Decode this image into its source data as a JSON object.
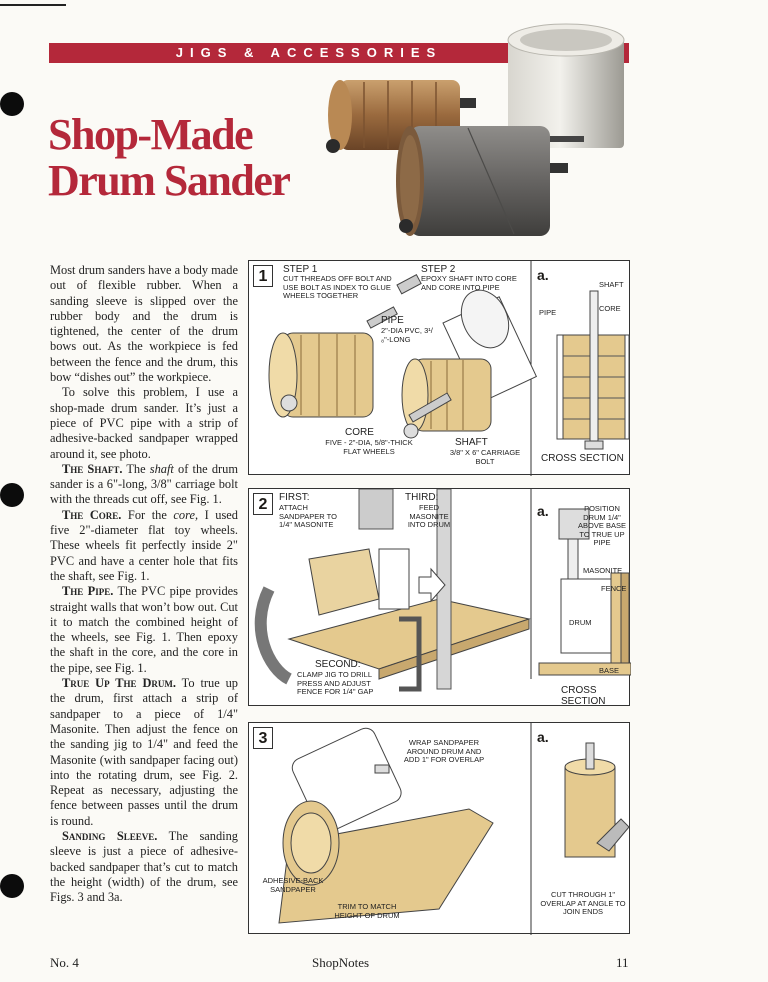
{
  "header": {
    "section": "JIGS & ACCESSORIES"
  },
  "title": {
    "line1": "Shop-Made",
    "line2": "Drum Sander"
  },
  "article": {
    "p1": "Most drum sanders have a body made out of flexible rubber. When a sanding sleeve is slipped over the rubber body and the drum is tightened, the center of the drum bows out. As the workpiece is fed between the fence and the drum, this bow “dishes out” the workpiece.",
    "p2": "To solve this problem, I use a shop-made drum sander. It’s just a piece of PVC pipe with a strip of adhesive-backed sandpaper wrapped around it, see photo.",
    "shaft_head": "The Shaft.",
    "shaft_a": " The ",
    "shaft_em": "shaft",
    "shaft_b": " of the drum sander is a 6\"-long, 3/8\" carriage bolt with the threads cut off, see Fig. 1.",
    "core_head": "The Core.",
    "core_a": " For the ",
    "core_em": "core,",
    "core_b": " I used five 2\"-diameter flat toy wheels. These wheels fit perfectly inside 2\" PVC and have a center hole that fits the shaft, see Fig. 1.",
    "pipe_head": "The Pipe.",
    "pipe_body": " The PVC pipe provides straight walls that won’t bow out. Cut it to match the combined height of the wheels, see Fig. 1. Then epoxy the shaft in the core, and the core in the pipe, see Fig. 1.",
    "true_head": "True Up The Drum.",
    "true_body": " To true up the drum, first attach a strip of sandpaper to a piece of 1/4\" Masonite. Then adjust the fence on the sanding jig to 1/4\" and feed the Masonite (with sandpaper facing out) into the rotating drum, see Fig. 2. Repeat as necessary, adjusting the fence between passes until the drum is round.",
    "sleeve_head": "Sanding Sleeve.",
    "sleeve_body": " The sanding sleeve is just a piece of adhesive-backed sandpaper that’s cut to match the height (width) of the drum, see Figs. 3 and 3a."
  },
  "fig1": {
    "num": "1",
    "step1_title": "STEP 1",
    "step1_text": "CUT THREADS OFF BOLT AND USE BOLT AS INDEX TO GLUE WHEELS TOGETHER",
    "step2_title": "STEP 2",
    "step2_text": "EPOXY SHAFT INTO CORE AND CORE INTO PIPE",
    "pipe_label": "PIPE",
    "pipe_spec": "2\"-DIA PVC, 3¹/₈\"-LONG",
    "core_label": "CORE",
    "core_spec": "FIVE - 2\"-DIA, 5/8\"-THICK FLAT WHEELS",
    "shaft_label": "SHAFT",
    "shaft_spec": "3/8\" x 6\" CARRIAGE BOLT",
    "a": "a.",
    "a_shaft": "SHAFT",
    "a_core": "CORE",
    "a_pipe": "PIPE",
    "a_cross": "CROSS SECTION"
  },
  "fig2": {
    "num": "2",
    "first": "FIRST:",
    "first_text": "ATTACH SANDPAPER TO 1/4\" MASONITE",
    "third": "THIRD:",
    "third_text": "FEED MASONITE INTO DRUM",
    "second": "SECOND:",
    "second_text": "CLAMP JIG TO DRILL PRESS AND ADJUST FENCE FOR 1/4\" GAP",
    "a": "a.",
    "a_position": "POSITION DRUM 1/4\" ABOVE BASE TO TRUE UP PIPE",
    "a_masonite": "MASONITE",
    "a_fence": "FENCE",
    "a_drum": "DRUM",
    "a_base": "BASE",
    "a_cross": "CROSS SECTION"
  },
  "fig3": {
    "num": "3",
    "wrap": "WRAP SANDPAPER AROUND DRUM AND ADD 1\" FOR OVERLAP",
    "adhesive": "ADHESIVE-BACK SANDPAPER",
    "trim": "TRIM TO MATCH HEIGHT OF DRUM",
    "a": "a.",
    "a_cut": "CUT THROUGH 1\" OVERLAP AT ANGLE TO JOIN ENDS"
  },
  "footer": {
    "left": "No. 4",
    "center": "ShopNotes",
    "right": "11"
  }
}
